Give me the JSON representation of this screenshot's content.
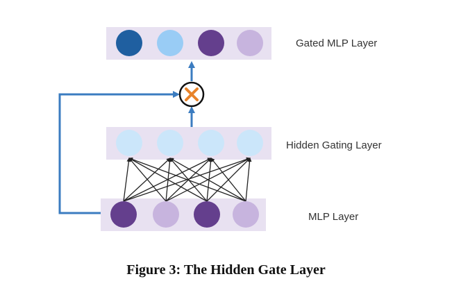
{
  "labels": {
    "gated_mlp_layer": "Gated MLP Layer",
    "hidden_gating_layer": "Hidden Gating Layer",
    "mlp_layer": "MLP Layer"
  },
  "caption": "Figure 3: The Hidden Gate Layer",
  "colors": {
    "layer_band": "#e8e1f1",
    "arrow_blue": "#3b7cc0",
    "node_dark_blue": "#1f5fa0",
    "node_light_blue": "#99ccf5",
    "node_dark_purple": "#643f8d",
    "node_light_purple": "#c7b4de",
    "node_pale_blue": "#cbe6fa",
    "gate_x_orange": "#e8832a",
    "connection_black": "#222222"
  },
  "nodes": {
    "gated_mlp_layer": [
      "node_dark_blue",
      "node_light_blue",
      "node_dark_purple",
      "node_light_purple"
    ],
    "hidden_gating_layer": [
      "node_pale_blue",
      "node_pale_blue",
      "node_pale_blue",
      "node_pale_blue"
    ],
    "mlp_layer": [
      "node_dark_purple",
      "node_light_purple",
      "node_dark_purple",
      "node_light_purple"
    ]
  },
  "gate_symbol": "multiply-gate-icon"
}
